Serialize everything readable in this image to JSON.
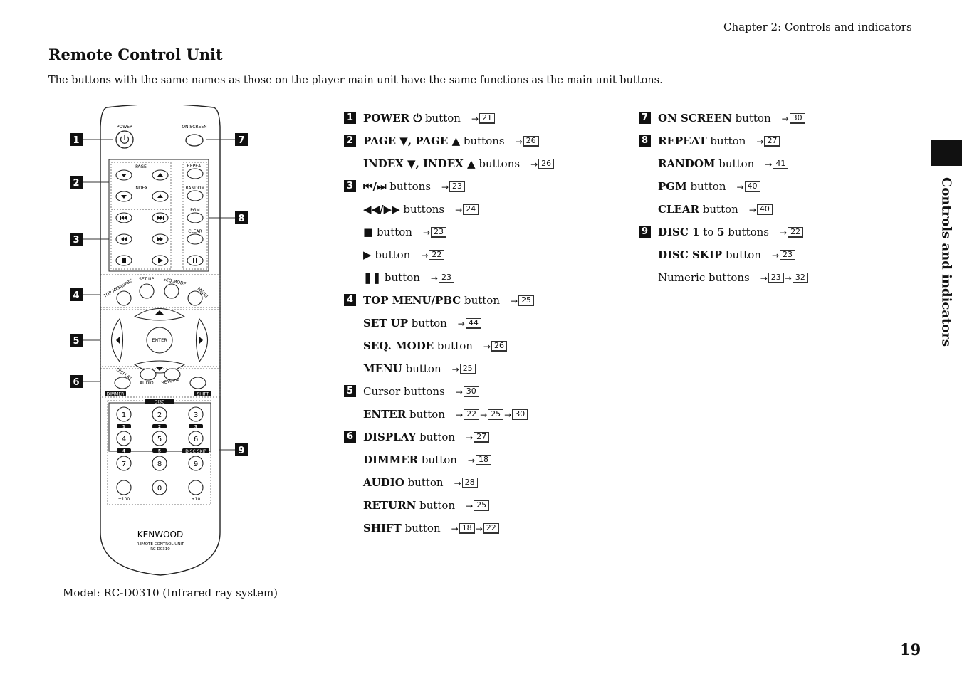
{
  "header": {
    "chapter": "Chapter 2: Controls and indicators"
  },
  "title": "Remote Control Unit",
  "intro": "The buttons with the same names as those on the player main unit have the same functions as the main unit buttons.",
  "side_tab": "Controls and indicators",
  "page_number": "19",
  "model_caption": "Model: RC-D0310 (Infrared ray system)",
  "remote": {
    "brand": "KENWOOD",
    "subtitle": "REMOTE CONTROL UNIT",
    "model": "RC-D0310",
    "labels": {
      "power": "POWER",
      "on_screen": "ON SCREEN",
      "page": "PAGE",
      "index": "INDEX",
      "repeat": "REPEAT",
      "random": "RANDOM",
      "pgm": "PGM",
      "clear": "CLEAR",
      "top_menu": "TOP MENU/PBC",
      "set_up": "SET UP",
      "seq_mode": "SEQ.MODE",
      "menu": "MENU",
      "enter": "ENTER",
      "display": "DISPLAY",
      "audio": "AUDIO",
      "return": "RETURN",
      "dimmer": "DIMMER",
      "shift": "SHIFT",
      "disc": "DISC",
      "disc_skip": "DISC SKIP",
      "plus100": "+100",
      "plus10": "+10"
    },
    "digits": [
      "1",
      "2",
      "3",
      "4",
      "5",
      "6",
      "7",
      "8",
      "9",
      "0"
    ],
    "disc_badges": [
      "1",
      "2",
      "3",
      "4",
      "5"
    ],
    "callouts": [
      "1",
      "2",
      "3",
      "4",
      "5",
      "6",
      "7",
      "8",
      "9"
    ]
  },
  "columns": [
    [
      {
        "num": "1",
        "bold": "POWER ⏻",
        "text": " button",
        "refs": [
          "21"
        ]
      },
      {
        "num": "2",
        "bold": "PAGE ▼, PAGE ▲",
        "text": " buttons",
        "refs": [
          "26"
        ]
      },
      {
        "num": "",
        "bold": "INDEX ▼, INDEX ▲",
        "text": " buttons",
        "refs": [
          "26"
        ]
      },
      {
        "num": "3",
        "bold": "⏮/⏭",
        "text": " buttons",
        "refs": [
          "23"
        ]
      },
      {
        "num": "",
        "bold": "◀◀/▶▶",
        "text": " buttons",
        "refs": [
          "24"
        ]
      },
      {
        "num": "",
        "bold": "■",
        "text": " button",
        "refs": [
          "23"
        ]
      },
      {
        "num": "",
        "bold": "▶",
        "text": " button",
        "refs": [
          "22"
        ]
      },
      {
        "num": "",
        "bold": "❚❚",
        "text": " button",
        "refs": [
          "23"
        ]
      },
      {
        "num": "4",
        "bold": "TOP MENU/PBC",
        "text": " button",
        "refs": [
          "25"
        ]
      },
      {
        "num": "",
        "bold": "SET UP",
        "text": " button",
        "refs": [
          "44"
        ]
      },
      {
        "num": "",
        "bold": "SEQ. MODE",
        "text": " button",
        "refs": [
          "26"
        ]
      },
      {
        "num": "",
        "bold": "MENU",
        "text": " button",
        "refs": [
          "25"
        ]
      },
      {
        "num": "5",
        "bold": "",
        "text": "Cursor buttons",
        "refs": [
          "30"
        ]
      },
      {
        "num": "",
        "bold": "ENTER",
        "text": " button",
        "refs": [
          "22",
          "25",
          "30"
        ]
      },
      {
        "num": "6",
        "bold": "DISPLAY",
        "text": " button",
        "refs": [
          "27"
        ]
      },
      {
        "num": "",
        "bold": "DIMMER",
        "text": " button",
        "refs": [
          "18"
        ]
      },
      {
        "num": "",
        "bold": "AUDIO",
        "text": " button",
        "refs": [
          "28"
        ]
      },
      {
        "num": "",
        "bold": "RETURN",
        "text": " button",
        "refs": [
          "25"
        ]
      },
      {
        "num": "",
        "bold": "SHIFT",
        "text": " button",
        "refs": [
          "18",
          "22"
        ]
      }
    ],
    [
      {
        "num": "7",
        "bold": "ON SCREEN",
        "text": " button",
        "refs": [
          "30"
        ]
      },
      {
        "num": "8",
        "bold": "REPEAT",
        "text": " button",
        "refs": [
          "27"
        ]
      },
      {
        "num": "",
        "bold": "RANDOM",
        "text": " button",
        "refs": [
          "41"
        ]
      },
      {
        "num": "",
        "bold": "PGM",
        "text": " button",
        "refs": [
          "40"
        ]
      },
      {
        "num": "",
        "bold": "CLEAR",
        "text": " button",
        "refs": [
          "40"
        ]
      },
      {
        "num": "9",
        "bold": "DISC 1",
        "text": " to ",
        "bold2": "5",
        "text2": " buttons",
        "refs": [
          "22"
        ]
      },
      {
        "num": "",
        "bold": "DISC SKIP",
        "text": " button",
        "refs": [
          "23"
        ]
      },
      {
        "num": "",
        "bold": "",
        "text": "Numeric buttons",
        "refs": [
          "23",
          "32"
        ]
      }
    ]
  ]
}
